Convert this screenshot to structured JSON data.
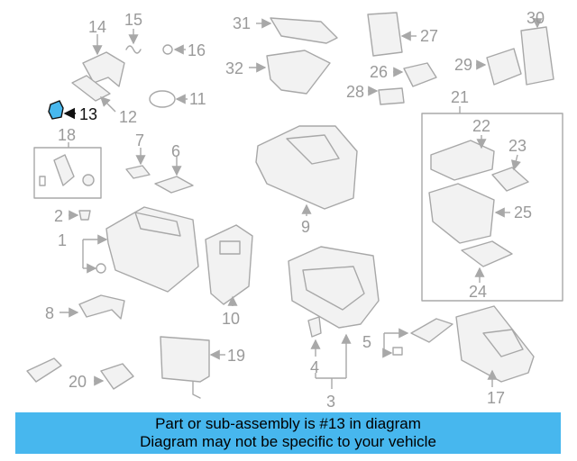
{
  "diagram": {
    "highlighted_part": "13",
    "callouts": [
      "1",
      "2",
      "3",
      "4",
      "5",
      "6",
      "7",
      "8",
      "9",
      "10",
      "11",
      "12",
      "13",
      "14",
      "15",
      "16",
      "17",
      "18",
      "19",
      "20",
      "21",
      "22",
      "23",
      "24",
      "25",
      "26",
      "27",
      "28",
      "29",
      "30",
      "31",
      "32"
    ]
  },
  "banner": {
    "line1": "Part or sub-assembly is #13 in diagram",
    "line2": "Diagram may not be specific to your vehicle",
    "color": "#47b7ee"
  },
  "colors": {
    "line_art": "#a8a8a8",
    "highlight": "#111111"
  }
}
